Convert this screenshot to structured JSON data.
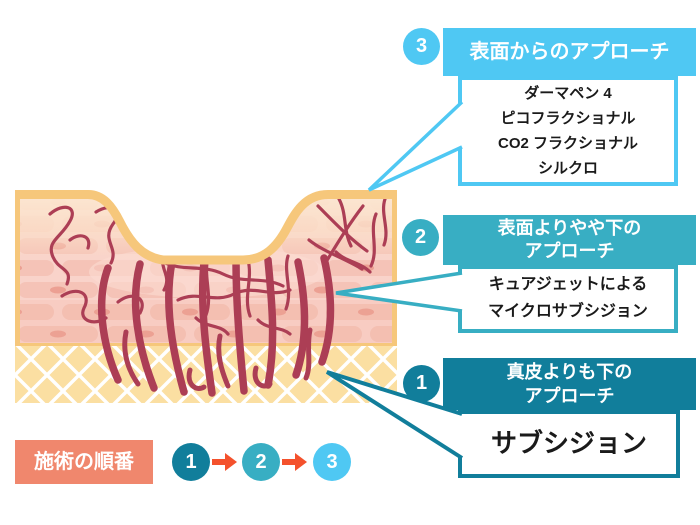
{
  "legend": {
    "label": "施術の順番",
    "steps": [
      "1",
      "2",
      "3"
    ]
  },
  "callouts": [
    {
      "number": "1",
      "title_lines": [
        "真皮よりも下の",
        "アプローチ"
      ],
      "body_lines": [
        "サブシジョン"
      ],
      "accent_color": "#117E9B"
    },
    {
      "number": "2",
      "title_lines": [
        "表面よりやや下の",
        "アプローチ"
      ],
      "body_lines": [
        "キュアジェットによる",
        "マイクロサブシジョン"
      ],
      "accent_color": "#38AEC3"
    },
    {
      "number": "3",
      "title_lines": [
        "表面からのアプローチ"
      ],
      "body_lines": [
        "ダーマペン 4",
        "ピコフラクショナル",
        "CO2 フラクショナル",
        "シルクロ"
      ],
      "accent_color": "#4FC8F3"
    }
  ],
  "diagram": {
    "skin_surface_color": "#F6C77B",
    "dermis_base_color": "#F9D3CA",
    "dermis_brick_color": "#F5C3B7",
    "subcutis_color": "#FBDFA2",
    "scar_fiber_color": "#AC3E55",
    "arrow_color": "#F4512C",
    "legend_box_color": "#F0876D"
  }
}
